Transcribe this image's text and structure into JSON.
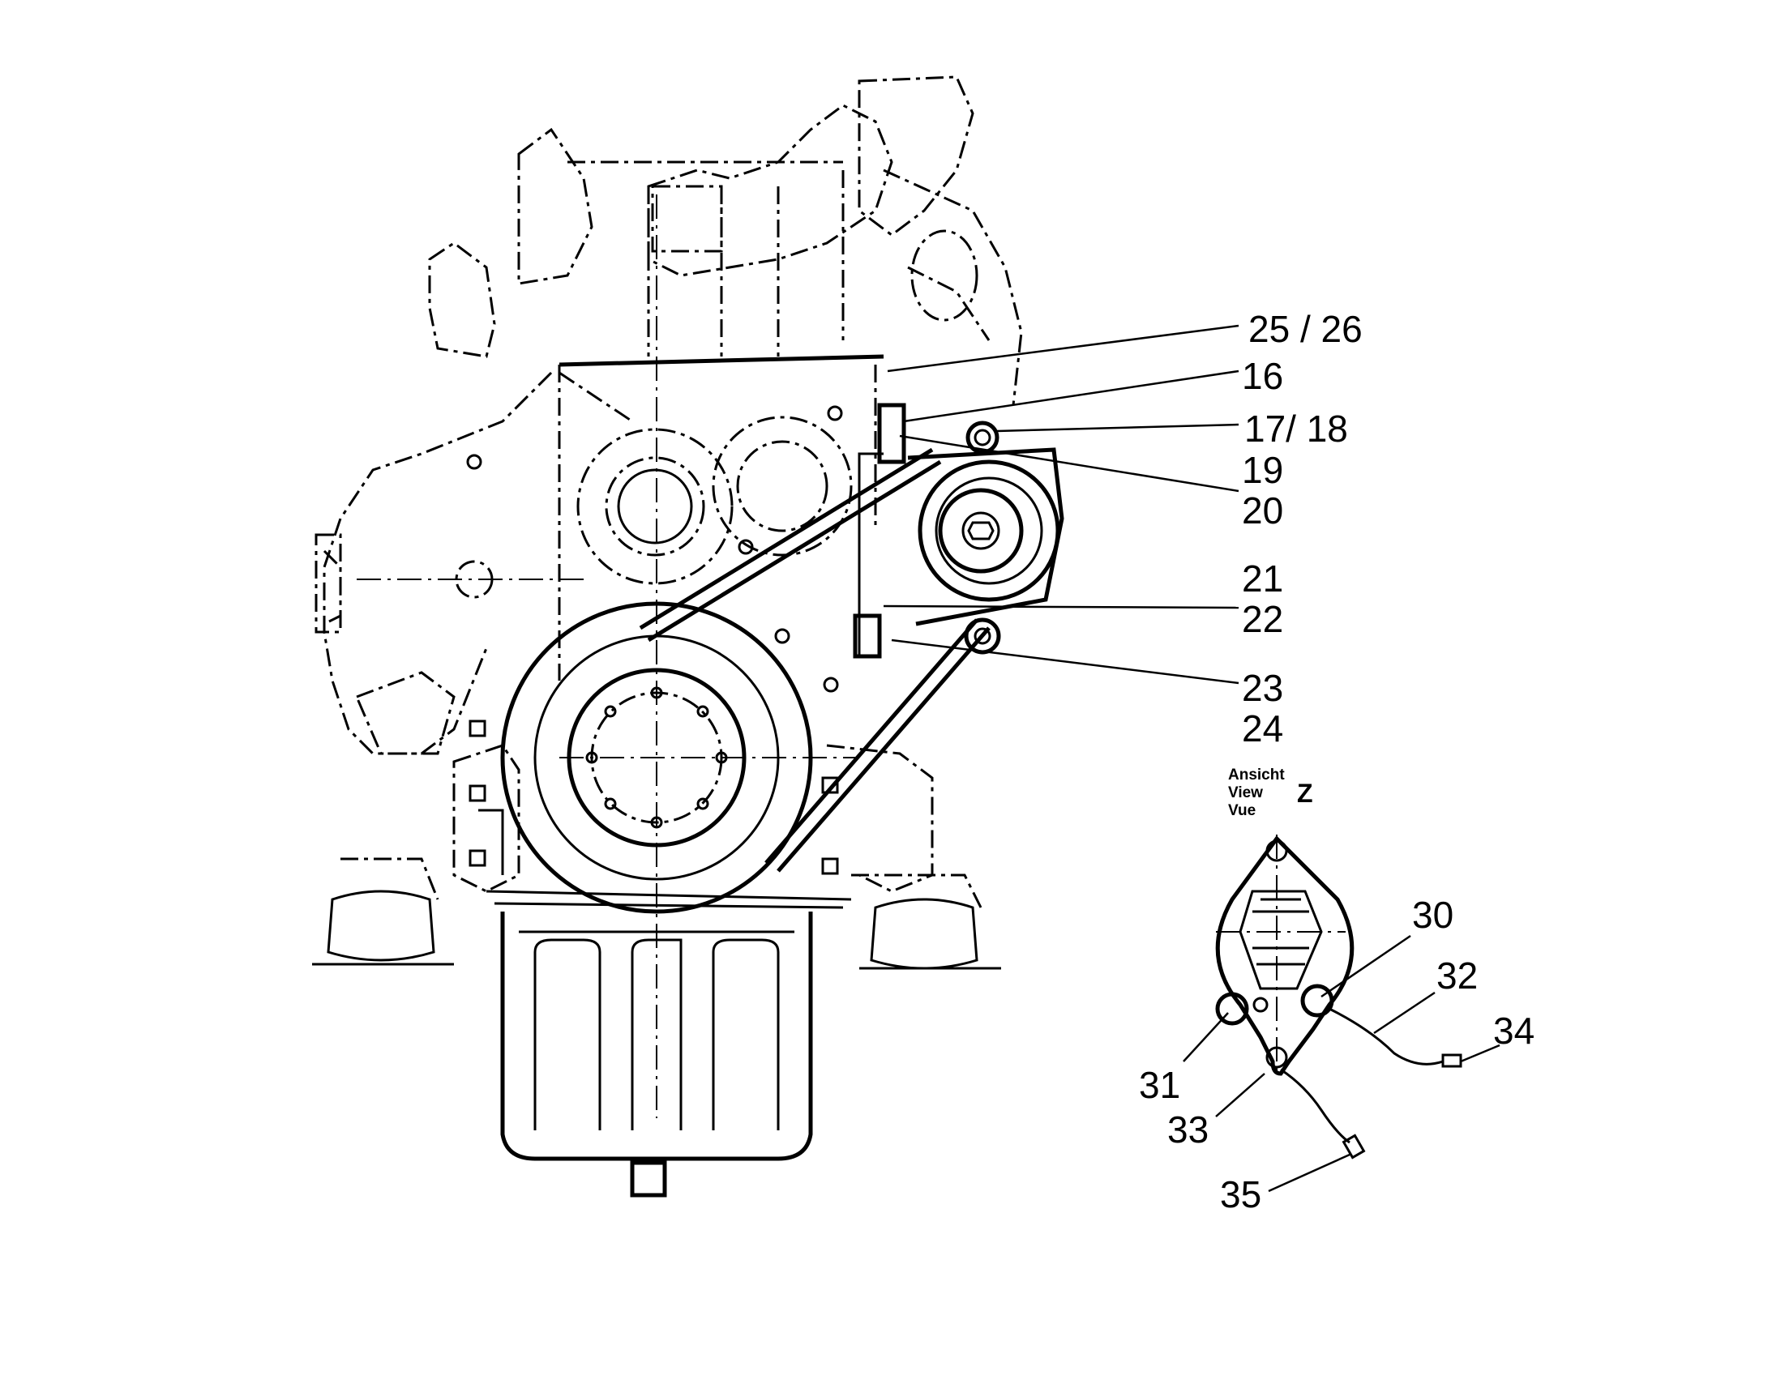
{
  "callouts": [
    {
      "id": "c1",
      "text": "25 / 26"
    },
    {
      "id": "c2",
      "text": "16"
    },
    {
      "id": "c3",
      "text": "17/ 18"
    },
    {
      "id": "c4",
      "text": "19"
    },
    {
      "id": "c5",
      "text": "20"
    },
    {
      "id": "c6",
      "text": "21"
    },
    {
      "id": "c7",
      "text": "22"
    },
    {
      "id": "c8",
      "text": "23"
    },
    {
      "id": "c9",
      "text": "24"
    },
    {
      "id": "c10",
      "text": "30"
    },
    {
      "id": "c11",
      "text": "32"
    },
    {
      "id": "c12",
      "text": "34"
    },
    {
      "id": "c13",
      "text": "31"
    },
    {
      "id": "c14",
      "text": "33"
    },
    {
      "id": "c15",
      "text": "35"
    }
  ],
  "view": {
    "lines": [
      "Ansicht",
      "View",
      "Vue"
    ],
    "letter": "Z"
  }
}
